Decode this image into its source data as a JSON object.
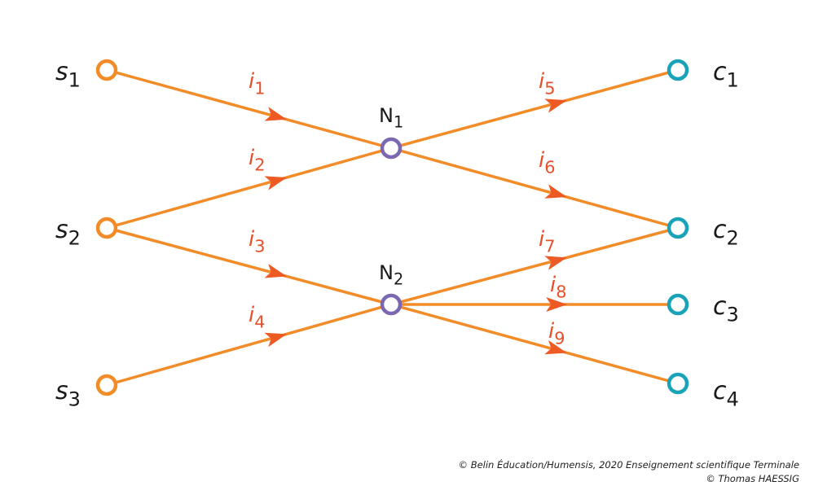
{
  "colors": {
    "wire": "#F28C28",
    "arrow": "#EE5A24",
    "current_label": "#E4502A",
    "source": "#F28C28",
    "node": "#7B68B0",
    "sink": "#1AA3B8",
    "text": "#1a1a1a"
  },
  "nodes": [
    {
      "id": "S1",
      "base": "S",
      "sub": "1",
      "type": "source"
    },
    {
      "id": "S2",
      "base": "S",
      "sub": "2",
      "type": "source"
    },
    {
      "id": "S3",
      "base": "S",
      "sub": "3",
      "type": "source"
    },
    {
      "id": "N1",
      "base": "N",
      "sub": "1",
      "type": "node"
    },
    {
      "id": "N2",
      "base": "N",
      "sub": "2",
      "type": "node"
    },
    {
      "id": "C1",
      "base": "C",
      "sub": "1",
      "type": "sink"
    },
    {
      "id": "C2",
      "base": "C",
      "sub": "2",
      "type": "sink"
    },
    {
      "id": "C3",
      "base": "C",
      "sub": "3",
      "type": "sink"
    },
    {
      "id": "C4",
      "base": "C",
      "sub": "4",
      "type": "sink"
    }
  ],
  "currents": [
    {
      "base": "i",
      "sub": "1",
      "from": "S1",
      "to": "N1"
    },
    {
      "base": "i",
      "sub": "2",
      "from": "S2",
      "to": "N1"
    },
    {
      "base": "i",
      "sub": "3",
      "from": "S2",
      "to": "N2"
    },
    {
      "base": "i",
      "sub": "4",
      "from": "S3",
      "to": "N2"
    },
    {
      "base": "i",
      "sub": "5",
      "from": "N1",
      "to": "C1"
    },
    {
      "base": "i",
      "sub": "6",
      "from": "N1",
      "to": "C2"
    },
    {
      "base": "i",
      "sub": "7",
      "from": "N2",
      "to": "C2"
    },
    {
      "base": "i",
      "sub": "8",
      "from": "N2",
      "to": "C3"
    },
    {
      "base": "i",
      "sub": "9",
      "from": "N2",
      "to": "C4"
    }
  ],
  "credit": {
    "line1": "© Belin Éducation/Humensis, 2020 Enseignement scientifique Terminale",
    "line2": "© Thomas HAESSIG"
  }
}
